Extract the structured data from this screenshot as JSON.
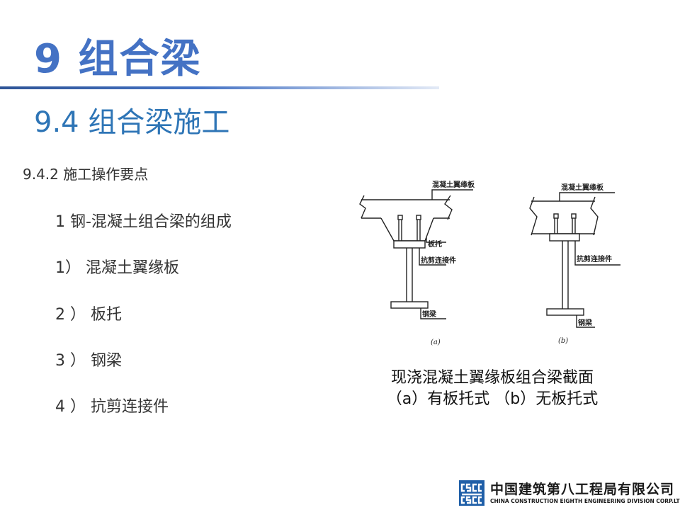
{
  "slide": {
    "title": "9  组合梁",
    "subtitle": "9.4  组合梁施工",
    "section": "9.4.2  施工操作要点",
    "item1": "1  钢-混凝土组合梁的组成",
    "sub1": "1）  混凝土翼缘板",
    "sub2": "2 ）  板托",
    "sub3": "3 ）  钢梁",
    "sub4": "4 ）  抗剪连接件"
  },
  "figure": {
    "a": {
      "label_flange": "混凝土翼缘板",
      "label_haunch": "板托",
      "label_connector": "抗剪连接件",
      "label_beam": "钢梁",
      "tag": "(a)"
    },
    "b": {
      "label_flange": "混凝土翼缘板",
      "label_connector": "抗剪连接件",
      "label_beam": "钢梁",
      "tag": "(b)"
    },
    "caption_line1": "现浇混凝土翼缘板组合梁截面",
    "caption_line2": "（a）有板托式 （b）无板托式"
  },
  "footer": {
    "company_cn": "中国建筑第八工程局有限公司",
    "company_en": "CHINA CONSTRUCTION EIGHTH ENGINEERING DIVISION CORP.LTD"
  },
  "colors": {
    "title": "#4472c4",
    "subtitle": "#2e75b6",
    "logo": "#1f5fa8"
  }
}
